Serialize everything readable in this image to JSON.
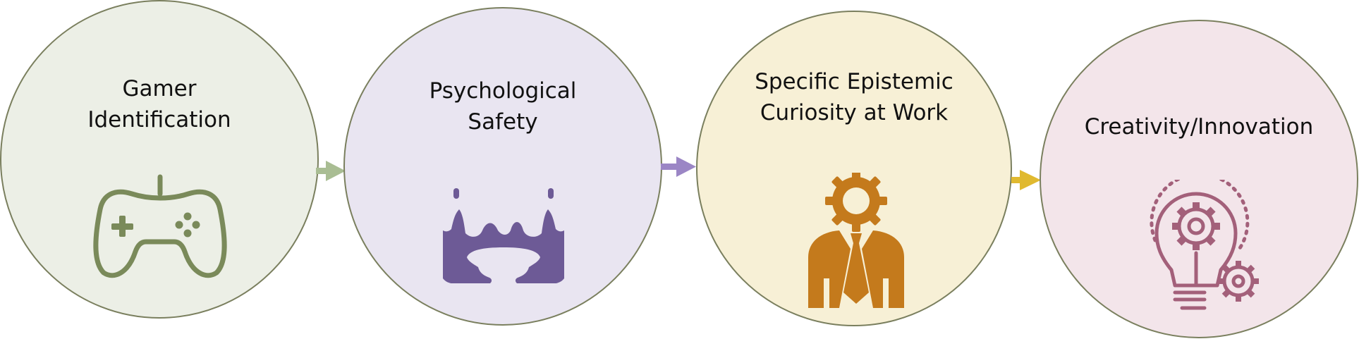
{
  "nodes": [
    {
      "label_line1": "Gamer",
      "label_line2": "Identification",
      "fill": "#ecefe6",
      "icon": "gamepad-icon",
      "icon_color": "#7a8a5a"
    },
    {
      "label_line1": "Psychological",
      "label_line2": "Safety",
      "fill": "#e9e5f1",
      "icon": "hands-holding-icon",
      "icon_color": "#6d5a96"
    },
    {
      "label_line1": "Specific Epistemic",
      "label_line2": "Curiosity at Work",
      "fill": "#f7f0d6",
      "icon": "businessman-gear-icon",
      "icon_color": "#c47a1c"
    },
    {
      "label_line1": "Creativity/Innovation",
      "label_line2": "",
      "fill": "#f3e5ea",
      "icon": "lightbulb-gears-icon",
      "icon_color": "#a3607a"
    }
  ],
  "arrows": [
    {
      "color": "#a9bd93"
    },
    {
      "color": "#9b86c5"
    },
    {
      "color": "#e0b92f"
    }
  ]
}
